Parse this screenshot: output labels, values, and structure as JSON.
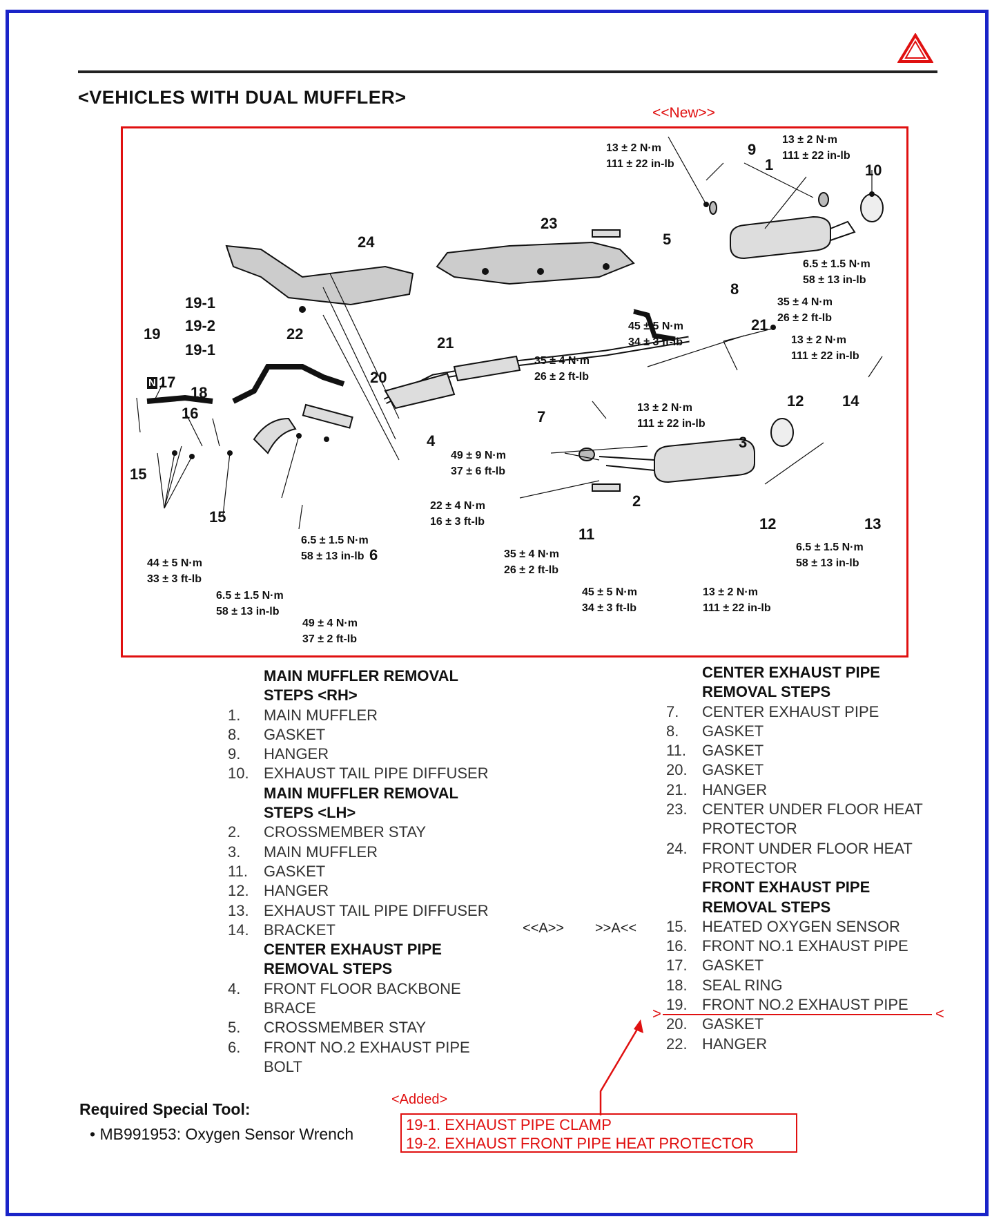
{
  "header": {
    "title": "<VEHICLES WITH DUAL MUFFLER>",
    "new_tag": "<<New>>"
  },
  "diagram": {
    "part_labels": [
      "1",
      "2",
      "3",
      "4",
      "5",
      "6",
      "7",
      "8",
      "9",
      "10",
      "12",
      "12",
      "13",
      "14",
      "15",
      "15",
      "16",
      "17",
      "18",
      "19",
      "19-1",
      "19-2",
      "19-1",
      "20",
      "21",
      "21",
      "22",
      "23",
      "24",
      "11"
    ],
    "torques": {
      "t_a": "13 ± 2 N·m\n111 ± 22 in-lb",
      "t_b": "13 ± 2 N·m\n111 ± 22 in-lb",
      "t_c": "6.5 ± 1.5 N·m\n58 ± 13 in-lb",
      "t_d": "35 ± 4 N·m\n26 ± 2 ft-lb",
      "t_e": "45 ± 5 N·m\n34 ± 3 ft-lb",
      "t_f": "13 ± 2 N·m\n111 ± 22 in-lb",
      "t_g": "35 ± 4 N·m\n26 ± 2 ft-lb",
      "t_h": "13 ± 2 N·m\n111 ± 22 in-lb",
      "t_i": "49 ± 9 N·m\n37 ± 6 ft-lb",
      "t_j": "22 ± 4 N·m\n16 ± 3 ft-lb",
      "t_k": "6.5 ± 1.5 N·m\n58 ± 13 in-lb",
      "t_l": "44 ± 5 N·m\n33 ± 3 ft-lb",
      "t_m": "6.5 ± 1.5 N·m\n58 ± 13 in-lb",
      "t_n": "49 ± 4 N·m\n37 ± 2 ft-lb",
      "t_o": "35 ± 4 N·m\n26 ± 2 ft-lb",
      "t_p": "45 ± 5 N·m\n34 ± 3 ft-lb",
      "t_q": "13 ± 2 N·m\n111 ± 22 in-lb",
      "t_r": "6.5 ± 1.5 N·m\n58 ± 13 in-lb"
    }
  },
  "left_steps": [
    {
      "num": "",
      "text": "MAIN MUFFLER REMOVAL",
      "head": true
    },
    {
      "num": "",
      "text": "STEPS <RH>",
      "head": true
    },
    {
      "num": "1.",
      "text": "MAIN MUFFLER"
    },
    {
      "num": "8.",
      "text": "GASKET"
    },
    {
      "num": "9.",
      "text": "HANGER"
    },
    {
      "num": "10.",
      "text": "EXHAUST TAIL PIPE DIFFUSER"
    },
    {
      "num": "",
      "text": "MAIN MUFFLER REMOVAL",
      "head": true
    },
    {
      "num": "",
      "text": "STEPS <LH>",
      "head": true
    },
    {
      "num": "2.",
      "text": "CROSSMEMBER STAY"
    },
    {
      "num": "3.",
      "text": "MAIN MUFFLER"
    },
    {
      "num": "11.",
      "text": "GASKET"
    },
    {
      "num": "12.",
      "text": "HANGER"
    },
    {
      "num": "13.",
      "text": "EXHAUST TAIL PIPE DIFFUSER"
    },
    {
      "num": "14.",
      "text": "BRACKET"
    },
    {
      "num": "",
      "text": "CENTER EXHAUST PIPE",
      "head": true
    },
    {
      "num": "",
      "text": "REMOVAL STEPS",
      "head": true
    },
    {
      "num": "4.",
      "text": "FRONT FLOOR BACKBONE"
    },
    {
      "num": "",
      "text": "BRACE"
    },
    {
      "num": "5.",
      "text": "CROSSMEMBER STAY"
    },
    {
      "num": "6.",
      "text": "FRONT NO.2 EXHAUST PIPE"
    },
    {
      "num": "",
      "text": "BOLT"
    }
  ],
  "right_steps": [
    {
      "num": "",
      "text": "CENTER EXHAUST PIPE",
      "head": true
    },
    {
      "num": "",
      "text": "REMOVAL STEPS",
      "head": true
    },
    {
      "num": "7.",
      "text": "CENTER EXHAUST PIPE"
    },
    {
      "num": "8.",
      "text": "GASKET"
    },
    {
      "num": "11.",
      "text": "GASKET"
    },
    {
      "num": "20.",
      "text": "GASKET"
    },
    {
      "num": "21.",
      "text": "HANGER"
    },
    {
      "num": "23.",
      "text": "CENTER UNDER FLOOR HEAT"
    },
    {
      "num": "",
      "text": "PROTECTOR"
    },
    {
      "num": "24.",
      "text": "FRONT UNDER FLOOR HEAT"
    },
    {
      "num": "",
      "text": "PROTECTOR"
    },
    {
      "num": "",
      "text": "FRONT EXHAUST PIPE",
      "head": true
    },
    {
      "num": "",
      "text": "REMOVAL STEPS",
      "head": true
    },
    {
      "num": "15.",
      "text": "HEATED OXYGEN SENSOR"
    },
    {
      "num": "16.",
      "text": "FRONT NO.1 EXHAUST PIPE"
    },
    {
      "num": "17.",
      "text": "GASKET"
    },
    {
      "num": "18.",
      "text": "SEAL RING"
    },
    {
      "num": "19.",
      "text": "FRONT NO.2 EXHAUST PIPE"
    },
    {
      "num": "20.",
      "text": "GASKET"
    },
    {
      "num": "22.",
      "text": "HANGER"
    }
  ],
  "refs": {
    "a_open": "<<A>>",
    "a_close": ">>A<<"
  },
  "tool": {
    "heading": "Required Special Tool:",
    "item": "MB991953: Oxygen Sensor Wrench"
  },
  "added": {
    "tag": "<Added>",
    "line1": "19-1.  EXHAUST PIPE CLAMP",
    "line2": "19-2.  EXHAUST FRONT PIPE HEAT PROTECTOR"
  },
  "colors": {
    "frame": "#1a24c8",
    "annotation": "#e01010"
  }
}
